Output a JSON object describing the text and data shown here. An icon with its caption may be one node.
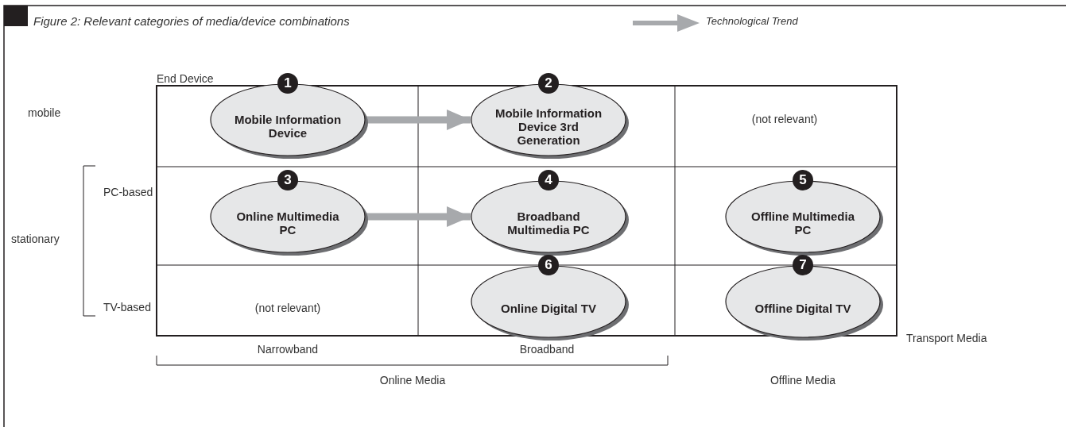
{
  "diagram": {
    "title": "Figure 2:  Relevant categories of media/device combinations",
    "nodes": [
      {
        "text": [
          "1",
          "Mobile Information Device"
        ]
      },
      {
        "text": [
          "2",
          "Mobile Information Device 3rd Generation"
        ]
      },
      {
        "text": [
          "3",
          "Online Multimedia PC"
        ]
      },
      {
        "text": [
          "4",
          "Broadband Multimedia PC"
        ]
      },
      {
        "text": [
          "5",
          "Offline Multimedia PC"
        ]
      },
      {
        "text": [
          "6",
          "Online Digital TV"
        ]
      },
      {
        "text": [
          "7",
          "Offline Digital TV"
        ]
      }
    ],
    "edges": [
      {
        "from": 0,
        "to": 1,
        "arrow": "to"
      },
      {
        "from": 2,
        "to": 3,
        "arrow": "to"
      }
    ],
    "labels": [
      "End Device",
      "mobile",
      "(not relevant)",
      "PC-based",
      "stationary",
      "TV-based",
      "(not relevant)",
      "Transport Media",
      "Narrowband",
      "Broadband",
      "Online Media",
      "Offline Media"
    ],
    "legend": [
      {
        "text": "Technological Trend"
      }
    ]
  }
}
